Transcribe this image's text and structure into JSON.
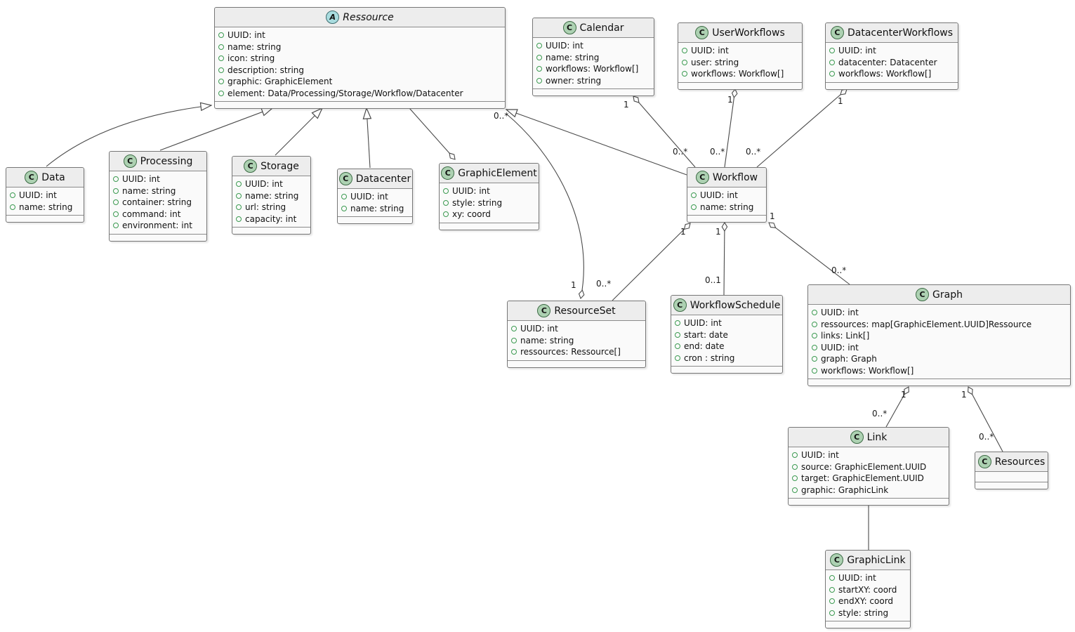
{
  "diagram_type": "uml-class-diagram",
  "colors": {
    "class_icon_bg": "#ADD1B2",
    "abstract_icon_bg": "#A9DCDF",
    "header_bg": "#ededed",
    "body_bg": "#fafafa",
    "box_border": "#767676",
    "line": "#4a4a4a",
    "vis_circle": "#3c9b51"
  },
  "classes": {
    "ressource": {
      "name": "Ressource",
      "kind": "abstract",
      "icon_letter": "A",
      "attributes": [
        "UUID: int",
        "name: string",
        "icon: string",
        "description: string",
        "graphic: GraphicElement",
        "element: Data/Processing/Storage/Workflow/Datacenter"
      ]
    },
    "calendar": {
      "name": "Calendar",
      "kind": "class",
      "icon_letter": "C",
      "attributes": [
        "UUID: int",
        "name: string",
        "workflows: Workflow[]",
        "owner: string"
      ]
    },
    "user_workflows": {
      "name": "UserWorkflows",
      "kind": "class",
      "icon_letter": "C",
      "attributes": [
        "UUID: int",
        "user: string",
        "workflows: Workflow[]"
      ]
    },
    "datacenter_workflows": {
      "name": "DatacenterWorkflows",
      "kind": "class",
      "icon_letter": "C",
      "attributes": [
        "UUID: int",
        "datacenter: Datacenter",
        "workflows: Workflow[]"
      ]
    },
    "data": {
      "name": "Data",
      "kind": "class",
      "icon_letter": "C",
      "attributes": [
        "UUID: int",
        "name: string"
      ]
    },
    "processing": {
      "name": "Processing",
      "kind": "class",
      "icon_letter": "C",
      "attributes": [
        "UUID: int",
        "name: string",
        "container: string",
        "command: int",
        "environment: int"
      ]
    },
    "storage": {
      "name": "Storage",
      "kind": "class",
      "icon_letter": "C",
      "attributes": [
        "UUID: int",
        "name: string",
        "url: string",
        "capacity: int"
      ]
    },
    "datacenter": {
      "name": "Datacenter",
      "kind": "class",
      "icon_letter": "C",
      "attributes": [
        "UUID: int",
        "name: string"
      ]
    },
    "graphic_element": {
      "name": "GraphicElement",
      "kind": "class",
      "icon_letter": "C",
      "attributes": [
        "UUID: int",
        "style: string",
        "xy: coord"
      ]
    },
    "workflow": {
      "name": "Workflow",
      "kind": "class",
      "icon_letter": "C",
      "attributes": [
        "UUID: int",
        "name: string"
      ]
    },
    "resource_set": {
      "name": "ResourceSet",
      "kind": "class",
      "icon_letter": "C",
      "attributes": [
        "UUID: int",
        "name: string",
        "ressources: Ressource[]"
      ]
    },
    "workflow_schedule": {
      "name": "WorkflowSchedule",
      "kind": "class",
      "icon_letter": "C",
      "attributes": [
        "UUID: int",
        "start: date",
        "end: date",
        "cron : string"
      ]
    },
    "graph": {
      "name": "Graph",
      "kind": "class",
      "icon_letter": "C",
      "attributes": [
        "UUID: int",
        "ressources: map[GraphicElement.UUID]Ressource",
        "links: Link[]",
        "UUID: int",
        "graph: Graph",
        "workflows: Workflow[]"
      ]
    },
    "link": {
      "name": "Link",
      "kind": "class",
      "icon_letter": "C",
      "attributes": [
        "UUID: int",
        "source: GraphicElement.UUID",
        "target: GraphicElement.UUID",
        "graphic: GraphicLink"
      ]
    },
    "resources": {
      "name": "Resources",
      "kind": "class",
      "icon_letter": "C",
      "attributes": []
    },
    "graphic_link": {
      "name": "GraphicLink",
      "kind": "class",
      "icon_letter": "C",
      "attributes": [
        "UUID: int",
        "startXY: coord",
        "endXY: coord",
        "style: string"
      ]
    }
  },
  "edges": [
    {
      "from": "Data",
      "to": "Ressource",
      "type": "generalization"
    },
    {
      "from": "Processing",
      "to": "Ressource",
      "type": "generalization"
    },
    {
      "from": "Storage",
      "to": "Ressource",
      "type": "generalization"
    },
    {
      "from": "Datacenter",
      "to": "Ressource",
      "type": "generalization"
    },
    {
      "from": "Workflow",
      "to": "Ressource",
      "type": "generalization"
    },
    {
      "from": "Ressource",
      "to": "GraphicElement",
      "type": "aggregation",
      "diamond_at": "GraphicElement"
    },
    {
      "from": "Calendar",
      "to": "Workflow",
      "type": "aggregation",
      "diamond_at": "Calendar",
      "from_label": "1",
      "to_label": "0..*"
    },
    {
      "from": "UserWorkflows",
      "to": "Workflow",
      "type": "aggregation",
      "diamond_at": "UserWorkflows",
      "from_label": "1",
      "to_label": "0..*"
    },
    {
      "from": "DatacenterWorkflows",
      "to": "Workflow",
      "type": "aggregation",
      "diamond_at": "DatacenterWorkflows",
      "from_label": "1",
      "to_label": "0..*"
    },
    {
      "from": "ResourceSet",
      "to": "Ressource",
      "type": "aggregation",
      "diamond_at": "ResourceSet",
      "from_label": "1",
      "to_label": "0..*"
    },
    {
      "from": "Workflow",
      "to": "ResourceSet",
      "type": "aggregation",
      "diamond_at": "Workflow",
      "from_label": "1",
      "to_label": "0..*"
    },
    {
      "from": "Workflow",
      "to": "WorkflowSchedule",
      "type": "aggregation",
      "diamond_at": "Workflow",
      "from_label": "1",
      "to_label": "0..1"
    },
    {
      "from": "Workflow",
      "to": "Graph",
      "type": "aggregation",
      "diamond_at": "Workflow",
      "from_label": "1",
      "to_label": "0..*"
    },
    {
      "from": "Graph",
      "to": "Link",
      "type": "aggregation",
      "diamond_at": "Graph",
      "from_label": "1",
      "to_label": "0..*"
    },
    {
      "from": "Graph",
      "to": "Resources",
      "type": "aggregation",
      "diamond_at": "Graph",
      "from_label": "1",
      "to_label": "0..*"
    },
    {
      "from": "Link",
      "to": "GraphicLink",
      "type": "association"
    }
  ]
}
